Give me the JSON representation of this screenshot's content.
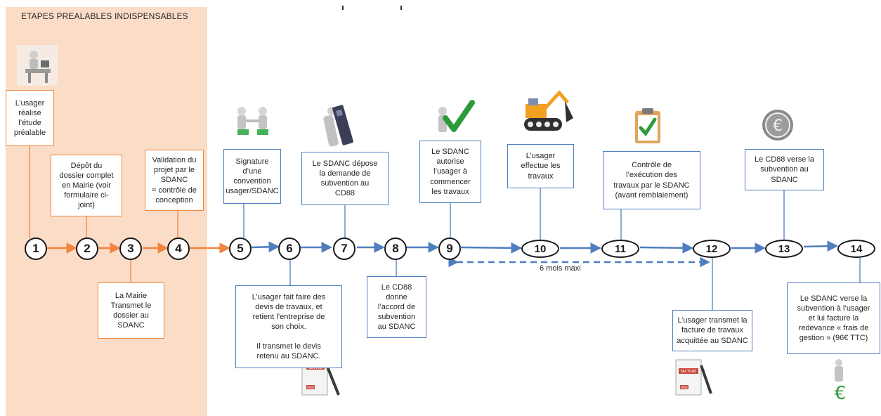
{
  "header": {
    "title": "ETAPES PREALABLES INDISPENSABLES"
  },
  "colors": {
    "preliminary": "#f0853e",
    "main": "#4f7ec0",
    "zone_background": "#fbdcc7"
  },
  "steps": [
    "1",
    "2",
    "3",
    "4",
    "5",
    "6",
    "7",
    "8",
    "9",
    "10",
    "11",
    "12",
    "13",
    "14"
  ],
  "boxes": {
    "s1": "L’usager\nréalise\nl’étude\npréalable",
    "s2": "Dépôt du\ndossier complet\nen Mairie (voir\nformulaire ci-\njoint)",
    "s3": "La Mairie\nTransmet le\ndossier au\nSDANC",
    "s4": "Validation du\nprojet par le\nSDANC\n= contrôle de\nconception",
    "s5": "Signature\nd’une\nconvention\nusager/SDANC",
    "s6": "L’usager fait faire des\ndevis de travaux, et\nretient l’entreprise de\nson choix.\n\nIl transmet le devis\nretenu au SDANC.",
    "s7": "Le SDANC dépose\nla demande de\nsubvention au\nCD88",
    "s8": "Le CD88\ndonne\nl’accord de\nsubvention\nau SDANC",
    "s9": "Le SDANC\nautorise\nl’usager à\ncommencer\nles travaux",
    "s10": "L’usager\neffectue les\ntravaux",
    "s11": "Contrôle de\nl’exécution des\ntravaux par le SDANC\n(avant remblaiement)",
    "s12": "L’usager transmet la\nfacture de travaux\nacquittée au SDANC",
    "s13": "Le CD88 verse la\nsubvention au\nSDANC",
    "s14": "Le SDANC verse la\nsubvention à l’usager\net lui facture la\nredevance « frais de\ngestion » (96€ TTC)"
  },
  "duration": {
    "label": "6 mois maxi"
  },
  "icons": {
    "devis": "DEVIS",
    "facture": "FACTURE",
    "paid": "PAID"
  }
}
